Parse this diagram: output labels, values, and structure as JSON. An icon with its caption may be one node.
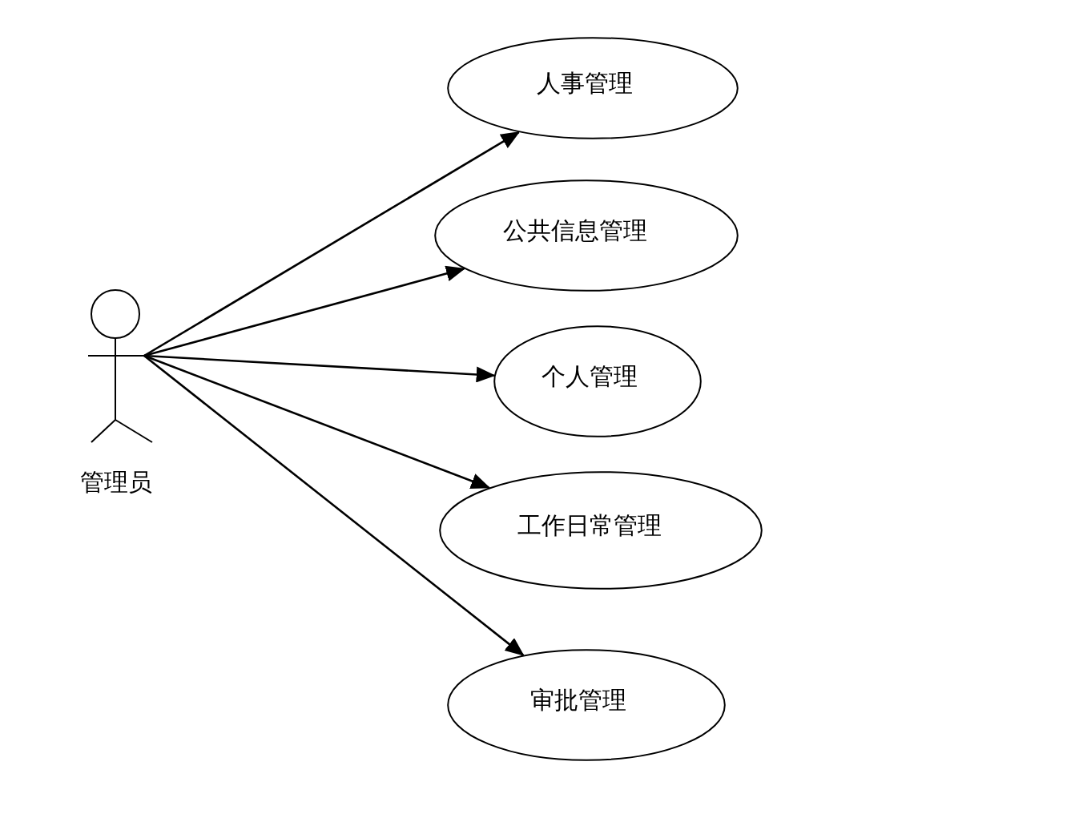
{
  "diagram": {
    "nodes": [
      {
        "text": [
          "管理员"
        ]
      },
      {
        "text": [
          "人事管理"
        ]
      },
      {
        "text": [
          "公共信息管理"
        ]
      },
      {
        "text": [
          "个人管理"
        ]
      },
      {
        "text": [
          "工作日常管理"
        ]
      },
      {
        "text": [
          "审批管理"
        ]
      }
    ],
    "edges": [
      {
        "from": 0,
        "to": 1,
        "arrow": "to"
      },
      {
        "from": 0,
        "to": 2,
        "arrow": "to"
      },
      {
        "from": 0,
        "to": 3,
        "arrow": "to"
      },
      {
        "from": 0,
        "to": 4,
        "arrow": "to"
      },
      {
        "from": 0,
        "to": 5,
        "arrow": "to"
      }
    ]
  }
}
